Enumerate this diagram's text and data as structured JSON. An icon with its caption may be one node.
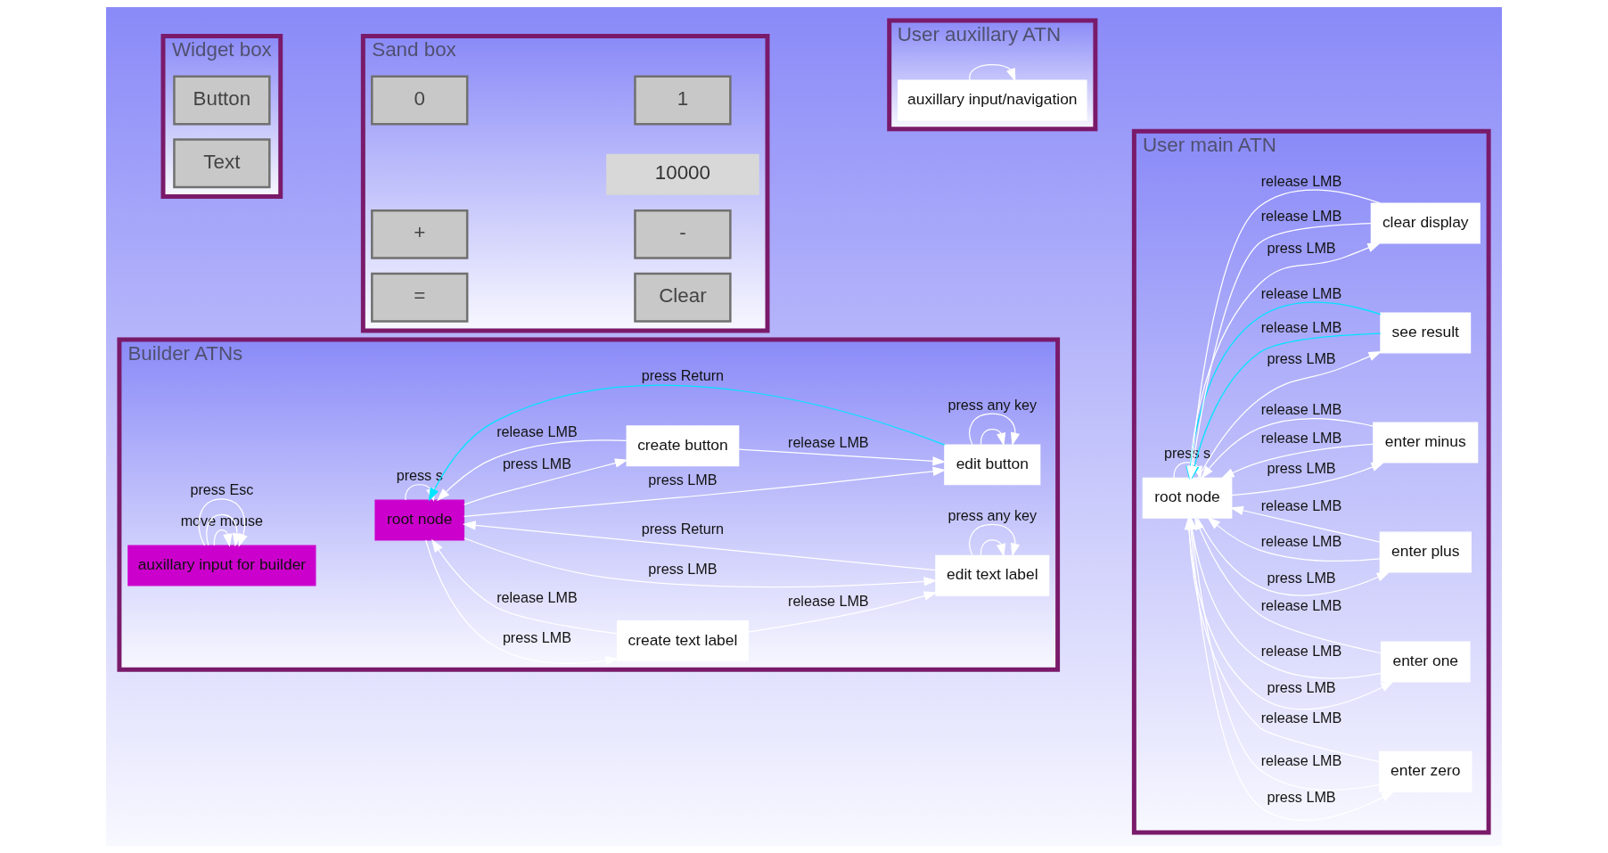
{
  "diagram": {
    "nodes": [
      {
        "text": [
          "Builder ATNs"
        ]
      },
      {
        "text": [
          "auxillary input for builder"
        ],
        "in": 0
      },
      {
        "text": [
          "root node"
        ],
        "in": 0
      },
      {
        "text": [
          "create button"
        ],
        "in": 0
      },
      {
        "text": [
          "edit button"
        ],
        "in": 0
      },
      {
        "text": [
          "edit text label"
        ],
        "in": 0
      },
      {
        "text": [
          "create text label"
        ],
        "in": 0
      },
      {
        "text": [
          "User main ATN"
        ]
      },
      {
        "text": [
          "root node"
        ],
        "in": 7
      },
      {
        "text": [
          "enter zero"
        ],
        "in": 7
      },
      {
        "text": [
          "enter one"
        ],
        "in": 7
      },
      {
        "text": [
          "enter plus"
        ],
        "in": 7
      },
      {
        "text": [
          "enter minus"
        ],
        "in": 7
      },
      {
        "text": [
          "see result"
        ],
        "in": 7
      },
      {
        "text": [
          "clear display"
        ],
        "in": 7
      },
      {
        "text": [
          "Widget box"
        ]
      },
      {
        "text": [
          "Button"
        ],
        "in": 15
      },
      {
        "text": [
          "Text"
        ],
        "in": 15
      },
      {
        "text": [
          "Sand box"
        ]
      },
      {
        "text": [
          "10000"
        ],
        "in": 18
      },
      {
        "text": [
          "0"
        ],
        "in": 18
      },
      {
        "text": [
          "1"
        ],
        "in": 18
      },
      {
        "text": [
          "+"
        ],
        "in": 18
      },
      {
        "text": [
          "-"
        ],
        "in": 18
      },
      {
        "text": [
          "="
        ],
        "in": 18
      },
      {
        "text": [
          "Clear"
        ],
        "in": 18
      },
      {
        "text": [
          "User auxillary ATN"
        ]
      },
      {
        "text": [
          "auxillary input/navigation"
        ],
        "in": 26
      }
    ],
    "edges": [
      {
        "from": 1,
        "to": 1,
        "arrow": "to",
        "label": "move mouse"
      },
      {
        "from": 1,
        "to": 1,
        "arrow": "to"
      },
      {
        "from": 1,
        "to": 1,
        "arrow": "to",
        "label": "press Esc"
      },
      {
        "from": 2,
        "to": 2,
        "arrow": "to",
        "label": "press s"
      },
      {
        "from": 2,
        "to": 3,
        "arrow": "to",
        "label": "press LMB"
      },
      {
        "from": 3,
        "to": 2,
        "arrow": "to",
        "label": "release LMB"
      },
      {
        "from": 3,
        "to": 4,
        "arrow": "to",
        "label": "release LMB"
      },
      {
        "from": 4,
        "to": 4,
        "arrow": "to"
      },
      {
        "from": 4,
        "to": 4,
        "arrow": "to",
        "label": "press any key"
      },
      {
        "from": 2,
        "to": 4,
        "arrow": "to",
        "label": "press LMB"
      },
      {
        "from": 4,
        "to": 2,
        "arrow": "to",
        "label": "press Return",
        "color": "#00e5ff"
      },
      {
        "from": 2,
        "to": 5,
        "arrow": "to",
        "label": "press LMB"
      },
      {
        "from": 5,
        "to": 2,
        "arrow": "to",
        "label": "press Return"
      },
      {
        "from": 5,
        "to": 5,
        "arrow": "to"
      },
      {
        "from": 5,
        "to": 5,
        "arrow": "to",
        "label": "press any key"
      },
      {
        "from": 6,
        "to": 2,
        "arrow": "to",
        "label": "release LMB"
      },
      {
        "from": 2,
        "to": 6,
        "arrow": "to",
        "label": "press LMB"
      },
      {
        "from": 6,
        "to": 5,
        "arrow": "to",
        "label": "release LMB"
      },
      {
        "from": 8,
        "to": 8,
        "arrow": "to",
        "label": "press s"
      },
      {
        "from": 8,
        "to": 9,
        "arrow": "to",
        "label": "press LMB"
      },
      {
        "from": 9,
        "to": 8,
        "arrow": "to",
        "label": "release LMB"
      },
      {
        "from": 9,
        "to": 8,
        "arrow": "to",
        "label": "release LMB"
      },
      {
        "from": 8,
        "to": 10,
        "arrow": "to",
        "label": "press LMB"
      },
      {
        "from": 10,
        "to": 8,
        "arrow": "to",
        "label": "release LMB"
      },
      {
        "from": 10,
        "to": 8,
        "arrow": "to",
        "label": "release LMB"
      },
      {
        "from": 8,
        "to": 11,
        "arrow": "to",
        "label": "press LMB"
      },
      {
        "from": 11,
        "to": 8,
        "arrow": "to",
        "label": "release LMB"
      },
      {
        "from": 11,
        "to": 8,
        "arrow": "to",
        "label": "release LMB"
      },
      {
        "from": 8,
        "to": 12,
        "arrow": "to",
        "label": "press LMB"
      },
      {
        "from": 12,
        "to": 8,
        "arrow": "to",
        "label": "release LMB"
      },
      {
        "from": 12,
        "to": 8,
        "arrow": "to",
        "label": "release LMB"
      },
      {
        "from": 8,
        "to": 13,
        "arrow": "to",
        "label": "press LMB"
      },
      {
        "from": 13,
        "to": 8,
        "arrow": "to",
        "label": "release LMB",
        "color": "#00e5ff"
      },
      {
        "from": 13,
        "to": 8,
        "arrow": "to",
        "label": "release LMB",
        "color": "#00e5ff"
      },
      {
        "from": 8,
        "to": 14,
        "arrow": "to",
        "label": "press LMB"
      },
      {
        "from": 14,
        "to": 8,
        "arrow": "to",
        "label": "release LMB"
      },
      {
        "from": 14,
        "to": 8,
        "arrow": "to",
        "label": "release LMB"
      },
      {
        "from": 27,
        "to": 27,
        "arrow": "to"
      }
    ]
  }
}
